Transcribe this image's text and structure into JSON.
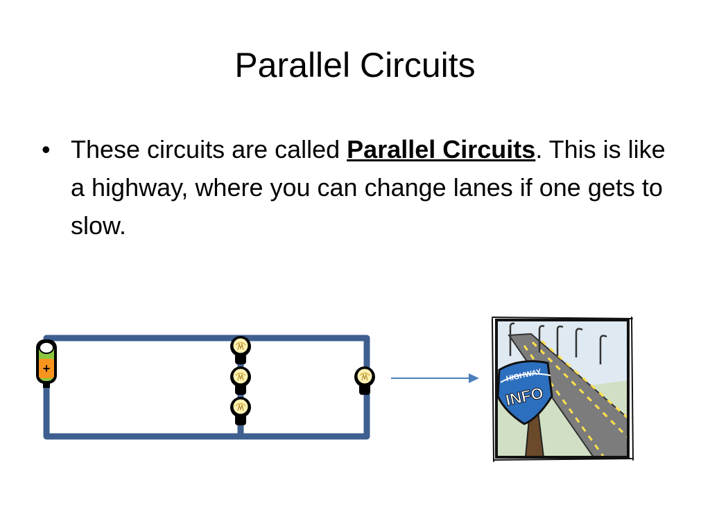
{
  "slide": {
    "title": "Parallel Circuits",
    "bullet_symbol": "•",
    "text_before": "These circuits are called ",
    "term": "Parallel Circuits",
    "text_after": ".  This is like a highway, where you can change lanes if one gets to slow."
  },
  "highway_sign": {
    "line1": "HIGHWAY",
    "line2": "INFO"
  },
  "colors": {
    "wire": "#3e5f8f",
    "arrow": "#4a7ebb",
    "sign": "#2d6fbf",
    "battery_green": "#8cc63f",
    "battery_orange": "#f7941d",
    "bulb_yellow": "#fff2b3",
    "sky": "#dfe9f2",
    "road": "#7c7c7c",
    "lane_marks": "#ffe14d"
  },
  "icons": [
    "battery-icon",
    "light-bulb-icon",
    "arrow-right-icon",
    "highway-info-sign-icon"
  ]
}
